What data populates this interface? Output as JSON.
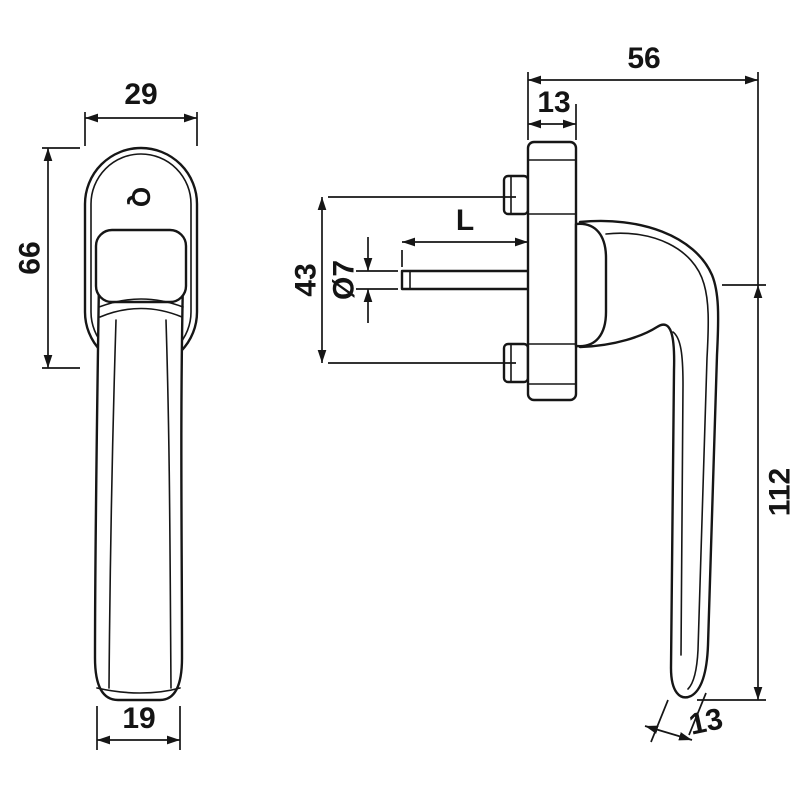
{
  "diagram": {
    "logo_mark": "Q",
    "front_view": {
      "rosette_width": "29",
      "rosette_height": "66",
      "grip_end_width": "19"
    },
    "side_view": {
      "total_depth": "56",
      "rosette_thickness": "13",
      "spindle_length": "L",
      "spindle_diameter": "Ø7",
      "screw_spacing": "43",
      "handle_length": "112",
      "grip_thickness": "13"
    }
  }
}
